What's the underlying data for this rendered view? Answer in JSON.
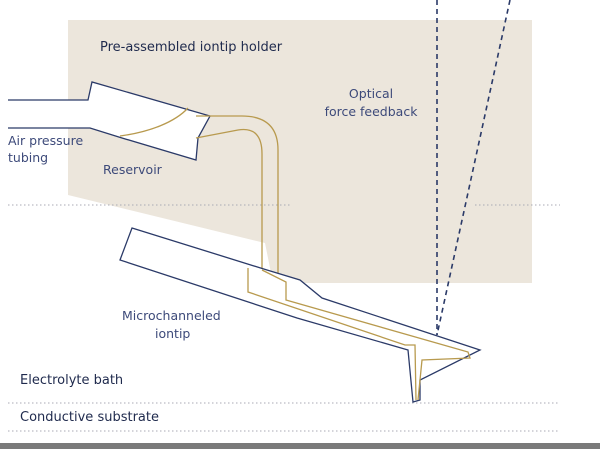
{
  "labels": {
    "holder": "Pre-assembled iontip holder",
    "optical_line1": "Optical",
    "optical_line2": "force feedback",
    "air_line1": "Air pressure",
    "air_line2": "tubing",
    "reservoir": "Reservoir",
    "iontip_line1": "Microchanneled",
    "iontip_line2": "iontip",
    "electrolyte": "Electrolyte bath",
    "substrate": "Conductive substrate"
  },
  "colors": {
    "holder_fill": "#ece6dc",
    "navy": "#2b3a68",
    "gold": "#b89a4e",
    "label_blue": "#3d4a7a",
    "label_dark": "#1f2a4d",
    "dotted": "#a9aab5"
  }
}
